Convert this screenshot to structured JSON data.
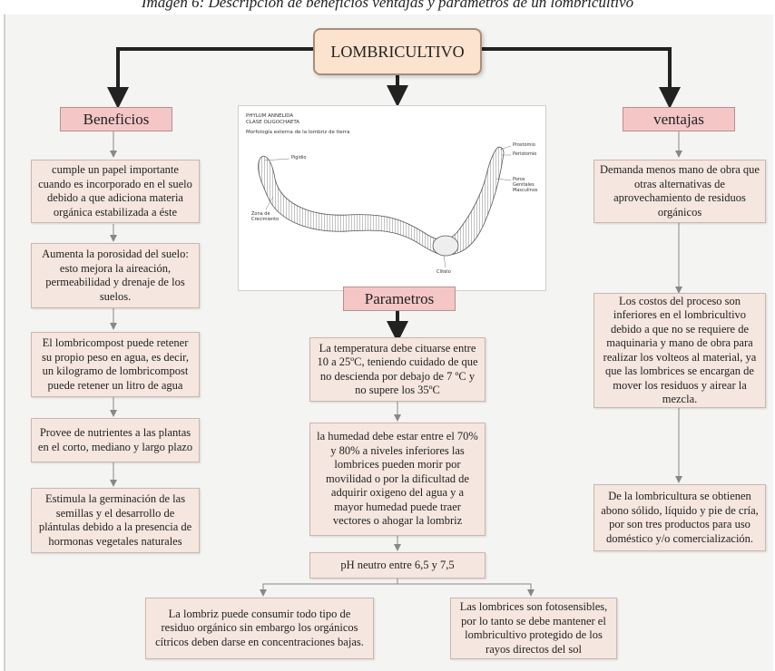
{
  "caption": "Imagen 6: Descripción de beneficios ventajas y parámetros de un lombricultivo",
  "title": "LOMBRICULTIVO",
  "beneficios": {
    "heading": "Beneficios",
    "items": [
      "cumple un papel importante cuando es incorporado en el suelo debido a que adiciona materia orgánica estabilizada a éste",
      "Aumenta la porosidad del suelo: esto mejora la aireación, permeabilidad y drenaje de los suelos.",
      "El lombricompost puede retener su propio peso en agua, es decir, un kilogramo de lombricompost puede retener un litro de agua",
      "Provee de nutrientes a las plantas en el corto, mediano y largo plazo",
      "Estimula la germinación de las semillas y el desarrollo de plántulas debido a la presencia de hormonas vegetales naturales"
    ]
  },
  "ventajas": {
    "heading": "ventajas",
    "items": [
      "Demanda menos mano de obra que otras alternativas de aprovechamiento de residuos orgánicos",
      "Los costos del proceso son inferiores en el lombricultivo debido a que no se requiere de maquinaria y mano de obra para realizar los volteos al material, ya que las lombrices se encargan de mover los residuos y airear la mezcla.",
      "De la lombricultura se obtienen abono sólido, líquido y pie de cría, por son tres productos para uso doméstico y/o comercialización."
    ]
  },
  "parametros": {
    "heading": "Parametros",
    "items": [
      "La temperatura debe cituarse entre 10 a 25ºC, teniendo cuidado de que no descienda por debajo de 7 ºC y no supere los 35ºC",
      "la humedad debe estar entre el 70% y 80% a niveles inferiores las lombrices pueden morir por movilidad o por la dificultad de adquirir oxigeno del agua y a mayor humedad puede traer vectores o ahogar la lombriz",
      "pH neutro entre 6,5 y 7,5"
    ],
    "bottom_left": "La lombriz puede consumir todo tipo de residuo orgánico sin embargo los orgánicos cítricos deben darse en concentraciones bajas.",
    "bottom_right": "Las lombrices son fotosensibles, por lo tanto se debe mantener el lombricultivo protegido de los rayos directos del sol"
  },
  "illustration": {
    "line1": "PHYLUM ANNELIDA",
    "line2": "CLASE OLIGOCHAETA",
    "line3": "Morfología externa de la lombriz de tierra",
    "labels": {
      "pigidio": "Pigidio",
      "zona": "Zona de Crecimiento",
      "clitelo": "Clitelo",
      "prostomio": "Prostomio",
      "peristomio": "Peristomio",
      "poros": "Poros Genitales Masculinos"
    }
  }
}
